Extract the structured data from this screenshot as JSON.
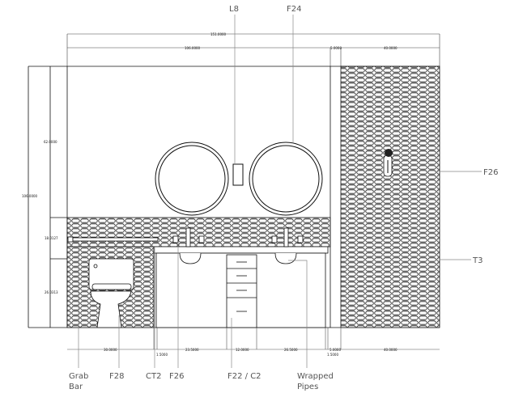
{
  "top_labels": {
    "light": "L8",
    "mirror": "F24"
  },
  "right_labels": {
    "wall_tile": "F26",
    "tile_trim": "T3"
  },
  "bottom_labels": {
    "grab_bar_1": "Grab",
    "grab_bar_2": "Bar",
    "toilet": "F28",
    "countertop": "CT2",
    "faucet": "F26",
    "vanity": "F22 / C2",
    "pipes_1": "Wrapped",
    "pipes_2": "Pipes"
  },
  "dimensions": {
    "top_total": "151.0000",
    "top_main": "106.0000",
    "top_gap": "5.0000",
    "top_right": "40.0000",
    "left_upper": "62.0000",
    "left_total": "106.0000",
    "left_mid": "18.0127",
    "left_lower": "26.0313",
    "bottom": [
      "30.0000",
      "1.5000",
      "23.5000",
      "12.0000",
      "26.5000",
      "5.0000",
      "1.5000",
      "40.0000"
    ]
  },
  "colors": {
    "line": "#111111",
    "leader": "#888888",
    "label": "#555555"
  }
}
